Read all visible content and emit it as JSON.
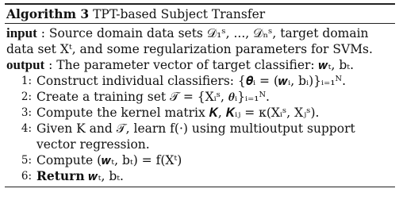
{
  "algorithm": {
    "label": "Algorithm 3",
    "title": "TPT-based Subject Transfer",
    "input_keyword": "input",
    "input_text": ": Source domain data sets 𝒟₁ˢ, ..., 𝒟ₙˢ, target domain data set Xᵗ, and some regularization parameters for SVMs.",
    "output_keyword": "output",
    "output_text": ": The parameter vector of target classifier: 𝒘ₜ, bₜ.",
    "steps": [
      {
        "num": "1:",
        "text": "Construct individual classifiers: {𝜽ᵢ = (𝒘ᵢ, bᵢ)}ᵢ₌₁ᴺ."
      },
      {
        "num": "2:",
        "text": "Create a training set 𝒯 = {Xᵢˢ, 𝜽ᵢ}ᵢ₌₁ᴺ."
      },
      {
        "num": "3:",
        "text": "Compute the kernel matrix 𝑲, 𝑲ᵢⱼ = κ(Xᵢˢ, Xⱼˢ)."
      },
      {
        "num": "4:",
        "text": "Given K and 𝒯, learn f(·) using multioutput support vector regression."
      },
      {
        "num": "5:",
        "text": "Compute (𝒘ₜ, bₜ) = f(Xᵗ)"
      },
      {
        "num": "6:",
        "text": "Return 𝒘ₜ, bₜ."
      }
    ]
  }
}
